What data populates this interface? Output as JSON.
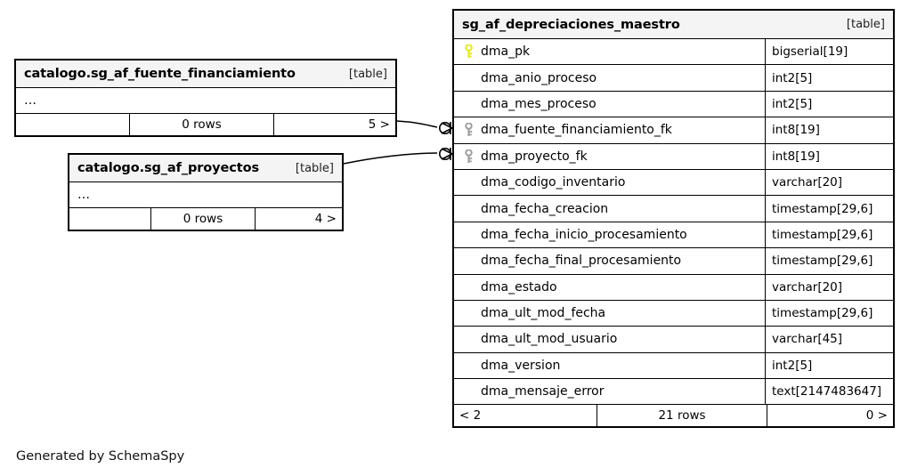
{
  "diagram": {
    "credit": "Generated by SchemaSpy",
    "type_tag": "[table]",
    "ellipsis": "…",
    "pk_icon": "key-icon-primary",
    "fk_icon": "key-icon-foreign",
    "colors": {
      "pk_key": "#e8e81c",
      "fk_key": "#9e9e9e",
      "header_bg": "#f4f4f4",
      "border": "#000000",
      "background": "#ffffff"
    }
  },
  "tables": {
    "fuente_financiamiento": {
      "title": "catalogo.sg_af_fuente_financiamiento",
      "tag": "[table]",
      "body": "…",
      "footer": {
        "prev": "",
        "rows": "0 rows",
        "next": "5 >"
      }
    },
    "proyectos": {
      "title": "catalogo.sg_af_proyectos",
      "tag": "[table]",
      "body": "…",
      "footer": {
        "prev": "",
        "rows": "0 rows",
        "next": "4 >"
      }
    },
    "depreciaciones_maestro": {
      "title": "sg_af_depreciaciones_maestro",
      "tag": "[table]",
      "footer": {
        "prev": "< 2",
        "rows": "21 rows",
        "next": "0 >"
      },
      "columns": [
        {
          "name": "dma_pk",
          "type": "bigserial[19]",
          "key": "pk"
        },
        {
          "name": "dma_anio_proceso",
          "type": "int2[5]",
          "key": "none"
        },
        {
          "name": "dma_mes_proceso",
          "type": "int2[5]",
          "key": "none"
        },
        {
          "name": "dma_fuente_financiamiento_fk",
          "type": "int8[19]",
          "key": "fk"
        },
        {
          "name": "dma_proyecto_fk",
          "type": "int8[19]",
          "key": "fk"
        },
        {
          "name": "dma_codigo_inventario",
          "type": "varchar[20]",
          "key": "none"
        },
        {
          "name": "dma_fecha_creacion",
          "type": "timestamp[29,6]",
          "key": "none"
        },
        {
          "name": "dma_fecha_inicio_procesamiento",
          "type": "timestamp[29,6]",
          "key": "none"
        },
        {
          "name": "dma_fecha_final_procesamiento",
          "type": "timestamp[29,6]",
          "key": "none"
        },
        {
          "name": "dma_estado",
          "type": "varchar[20]",
          "key": "none"
        },
        {
          "name": "dma_ult_mod_fecha",
          "type": "timestamp[29,6]",
          "key": "none"
        },
        {
          "name": "dma_ult_mod_usuario",
          "type": "varchar[45]",
          "key": "none"
        },
        {
          "name": "dma_version",
          "type": "int2[5]",
          "key": "none"
        },
        {
          "name": "dma_mensaje_error",
          "type": "text[2147483647]",
          "key": "none"
        }
      ]
    }
  },
  "relationships": [
    {
      "name": "fuente-financiamiento-to-depreciaciones",
      "from_table": "catalogo.sg_af_fuente_financiamiento",
      "to_table": "sg_af_depreciaciones_maestro",
      "to_column": "dma_fuente_financiamiento_fk",
      "cardinality": "zero-or-many"
    },
    {
      "name": "proyectos-to-depreciaciones",
      "from_table": "catalogo.sg_af_proyectos",
      "to_table": "sg_af_depreciaciones_maestro",
      "to_column": "dma_proyecto_fk",
      "cardinality": "zero-or-many"
    }
  ]
}
